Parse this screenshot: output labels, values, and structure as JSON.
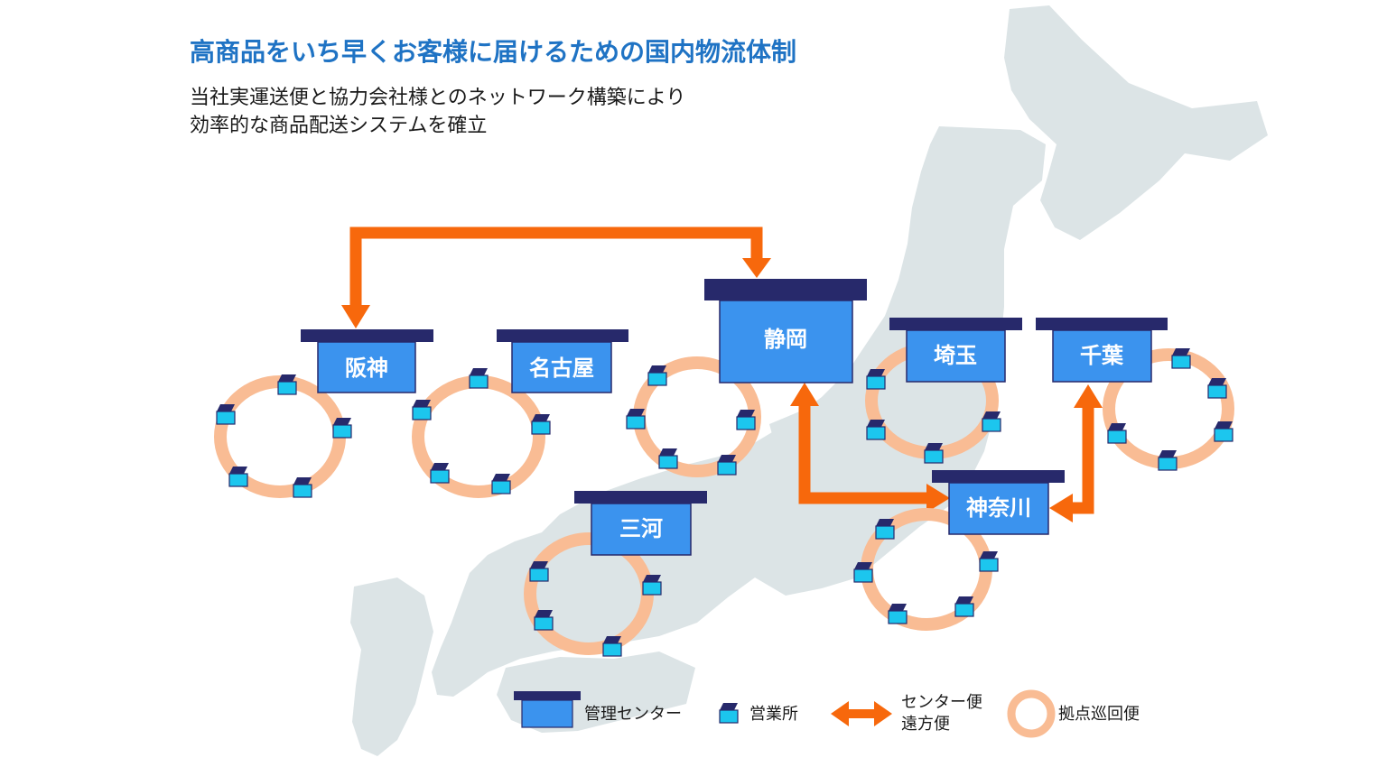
{
  "header": {
    "title": "高商品をいち早くお客様に届けるための国内物流体制",
    "subtitle_line1": "当社実運送便と協力会社様とのネットワーク構築により",
    "subtitle_line2": "効率的な商品配送システムを確立"
  },
  "centers": {
    "hanshin": "阪神",
    "nagoya": "名古屋",
    "shizuoka": "静岡",
    "saitama": "埼玉",
    "chiba": "千葉",
    "mikawa": "三河",
    "kanagawa": "神奈川"
  },
  "legend": {
    "center": "管理センター",
    "office": "営業所",
    "route_line1": "センター便",
    "route_line2": "遠方便",
    "loop": "拠点巡回便"
  },
  "colors": {
    "title_blue": "#1f73c4",
    "navy": "#27296b",
    "box_blue": "#3b93ee",
    "office_cyan": "#1cc6ee",
    "arrow_orange": "#f7680c",
    "loop_peach": "#f9bc94",
    "map_gray": "#dce4e6"
  }
}
